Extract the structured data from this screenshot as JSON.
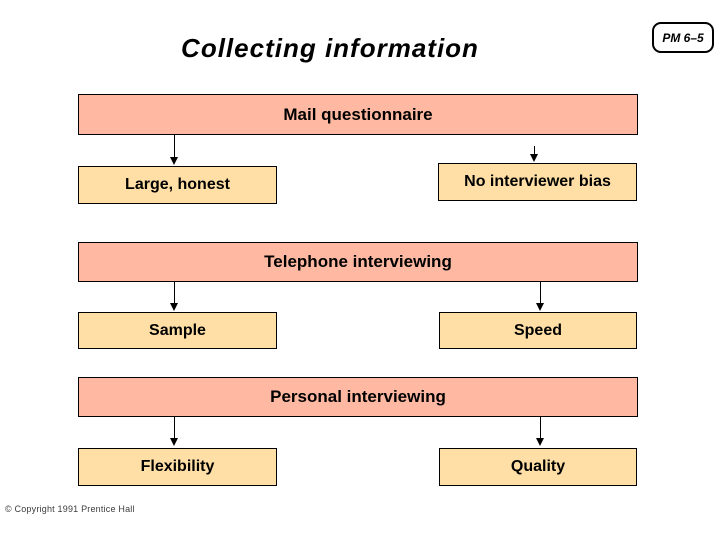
{
  "slide": {
    "title": "Collecting information",
    "badge": "PM 6–5",
    "copyright": "© Copyright 1991 Prentice Hall"
  },
  "colors": {
    "header_fill": "#ffb9a2",
    "child_fill": "#ffdfa5",
    "border": "#000000"
  },
  "diagram": {
    "sections": [
      {
        "header": "Mail questionnaire",
        "left": "Large, honest",
        "right": "No interviewer bias"
      },
      {
        "header": "Telephone interviewing",
        "left": "Sample",
        "right": "Speed"
      },
      {
        "header": "Personal interviewing",
        "left": "Flexibility",
        "right": "Quality"
      }
    ]
  }
}
